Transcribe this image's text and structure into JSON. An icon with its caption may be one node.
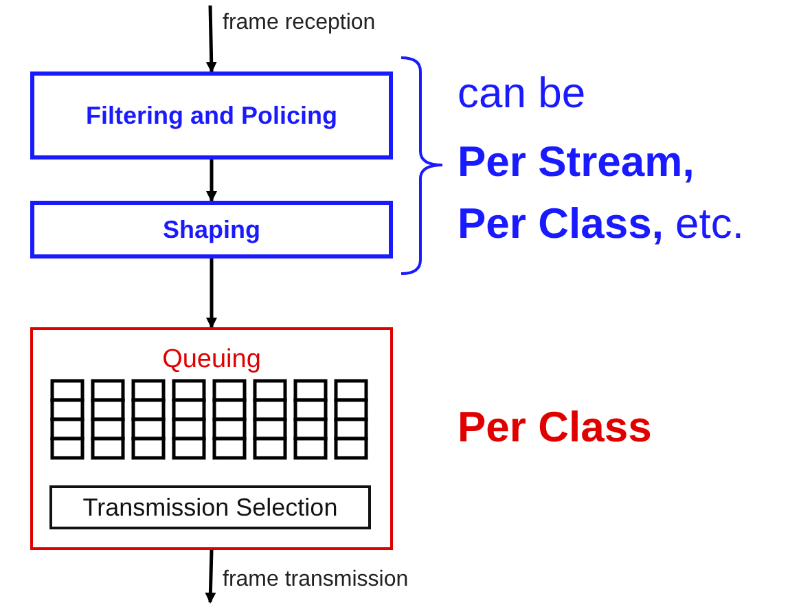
{
  "diagram": {
    "nodes": [
      {
        "text": [
          "Filtering and Policing"
        ]
      },
      {
        "text": [
          "Shaping"
        ]
      },
      {
        "text": [
          "Queuing"
        ]
      },
      {
        "text": [
          "Transmission Selection"
        ],
        "in": 2
      }
    ],
    "edges": [
      {
        "from": null,
        "to": 0,
        "arrow": "to",
        "label": "frame reception"
      },
      {
        "from": 0,
        "to": 1,
        "arrow": "to"
      },
      {
        "from": 1,
        "to": 2,
        "arrow": "to"
      },
      {
        "from": 2,
        "to": null,
        "arrow": "to",
        "label": "frame transmission"
      }
    ],
    "labels": [
      "can be",
      "Per Stream,",
      "**Per Class,** etc.",
      "Per Class"
    ]
  }
}
